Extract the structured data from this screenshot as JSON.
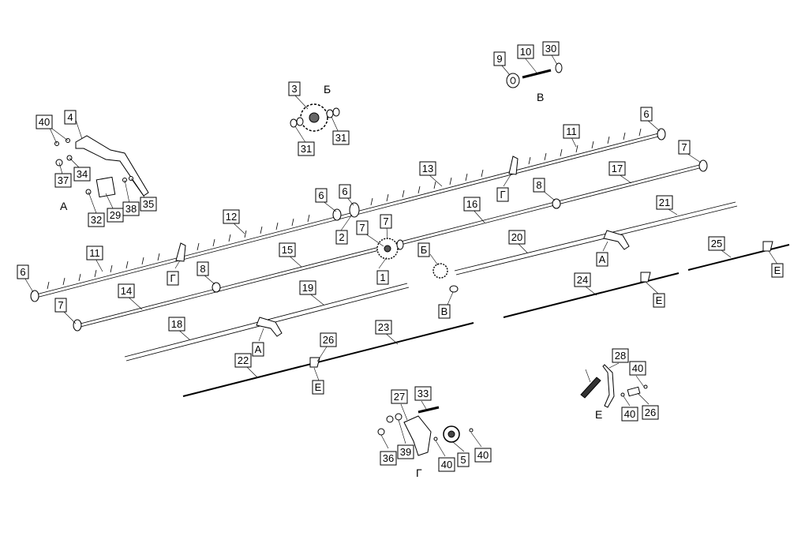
{
  "labels": [
    {
      "id": "l1",
      "text": "1"
    },
    {
      "id": "l2",
      "text": "2"
    },
    {
      "id": "l3",
      "text": "3"
    },
    {
      "id": "l4",
      "text": "4"
    },
    {
      "id": "l5",
      "text": "5"
    },
    {
      "id": "l6a",
      "text": "6"
    },
    {
      "id": "l6b",
      "text": "6"
    },
    {
      "id": "l6c",
      "text": "6"
    },
    {
      "id": "l6d",
      "text": "6"
    },
    {
      "id": "l7a",
      "text": "7"
    },
    {
      "id": "l7b",
      "text": "7"
    },
    {
      "id": "l7c",
      "text": "7"
    },
    {
      "id": "l7d",
      "text": "7"
    },
    {
      "id": "l8a",
      "text": "8"
    },
    {
      "id": "l8b",
      "text": "8"
    },
    {
      "id": "l9",
      "text": "9"
    },
    {
      "id": "l10",
      "text": "10"
    },
    {
      "id": "l11a",
      "text": "11"
    },
    {
      "id": "l11b",
      "text": "11"
    },
    {
      "id": "l12",
      "text": "12"
    },
    {
      "id": "l13",
      "text": "13"
    },
    {
      "id": "l14",
      "text": "14"
    },
    {
      "id": "l15",
      "text": "15"
    },
    {
      "id": "l16",
      "text": "16"
    },
    {
      "id": "l17",
      "text": "17"
    },
    {
      "id": "l18",
      "text": "18"
    },
    {
      "id": "l19",
      "text": "19"
    },
    {
      "id": "l20",
      "text": "20"
    },
    {
      "id": "l21",
      "text": "21"
    },
    {
      "id": "l22",
      "text": "22"
    },
    {
      "id": "l23",
      "text": "23"
    },
    {
      "id": "l24",
      "text": "24"
    },
    {
      "id": "l25",
      "text": "25"
    },
    {
      "id": "l26a",
      "text": "26"
    },
    {
      "id": "l26b",
      "text": "26"
    },
    {
      "id": "l27",
      "text": "27"
    },
    {
      "id": "l28",
      "text": "28"
    },
    {
      "id": "l29",
      "text": "29"
    },
    {
      "id": "l30",
      "text": "30"
    },
    {
      "id": "l31a",
      "text": "31"
    },
    {
      "id": "l31b",
      "text": "31"
    },
    {
      "id": "l32",
      "text": "32"
    },
    {
      "id": "l33",
      "text": "33"
    },
    {
      "id": "l34",
      "text": "34"
    },
    {
      "id": "l35",
      "text": "35"
    },
    {
      "id": "l36",
      "text": "36"
    },
    {
      "id": "l37",
      "text": "37"
    },
    {
      "id": "l38",
      "text": "38"
    },
    {
      "id": "l39",
      "text": "39"
    },
    {
      "id": "l40a",
      "text": "40"
    },
    {
      "id": "l40b",
      "text": "40"
    },
    {
      "id": "l40c",
      "text": "40"
    },
    {
      "id": "l40d",
      "text": "40"
    },
    {
      "id": "l40e",
      "text": "40"
    },
    {
      "id": "lGa",
      "text": "Г"
    },
    {
      "id": "lGb",
      "text": "Г"
    },
    {
      "id": "lAa",
      "text": "А"
    },
    {
      "id": "lAb",
      "text": "А"
    },
    {
      "id": "lEa",
      "text": "Е"
    },
    {
      "id": "lEb",
      "text": "Е"
    },
    {
      "id": "lEc",
      "text": "Е"
    },
    {
      "id": "lB1",
      "text": "Б"
    },
    {
      "id": "lV1",
      "text": "В"
    }
  ],
  "group_titles": [
    {
      "id": "gA",
      "text": "А"
    },
    {
      "id": "gB",
      "text": "Б"
    },
    {
      "id": "gV",
      "text": "В"
    },
    {
      "id": "gG",
      "text": "Г"
    },
    {
      "id": "gE",
      "text": "Е"
    }
  ]
}
